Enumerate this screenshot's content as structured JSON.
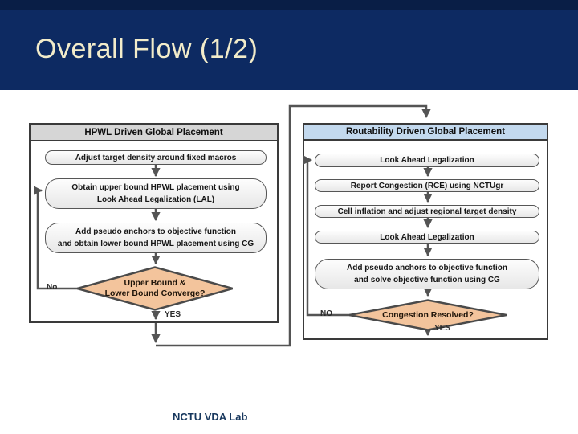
{
  "slide": {
    "title": "Overall Flow (1/2)",
    "footer": "NCTU VDA Lab"
  },
  "colors": {
    "band_navy": "#0d2a62",
    "title_cream": "#f2ecca",
    "header_gray": "#d6d6d6",
    "header_blue": "#c3d9ee",
    "diamond_fill": "#f3c49c",
    "connector": "#545454",
    "footer_navy": "#17375d"
  },
  "left_chart": {
    "header": "HPWL Driven Global Placement",
    "boxes": [
      {
        "lines": [
          "Adjust target density around fixed macros"
        ]
      },
      {
        "lines": [
          "Obtain upper bound HPWL placement using",
          "Look Ahead Legalization (LAL)"
        ]
      },
      {
        "lines": [
          "Add pseudo anchors to objective function",
          "and obtain lower bound HPWL placement using CG"
        ]
      }
    ],
    "decision": {
      "lines": [
        "Upper Bound &",
        "Lower Bound Converge?"
      ]
    },
    "no_label": "No",
    "yes_label": "YES"
  },
  "right_chart": {
    "header": "Routability Driven Global Placement",
    "boxes": [
      {
        "lines": [
          "Look Ahead Legalization"
        ]
      },
      {
        "lines": [
          "Report Congestion (RCE) using NCTUgr"
        ]
      },
      {
        "lines": [
          "Cell inflation and adjust regional target density"
        ]
      },
      {
        "lines": [
          "Look Ahead Legalization"
        ]
      },
      {
        "lines": [
          "Add pseudo anchors to objective function",
          "and solve objective function using CG"
        ]
      }
    ],
    "decision": {
      "lines": [
        "Congestion Resolved?"
      ]
    },
    "no_label": "NO",
    "yes_label": "YES"
  }
}
